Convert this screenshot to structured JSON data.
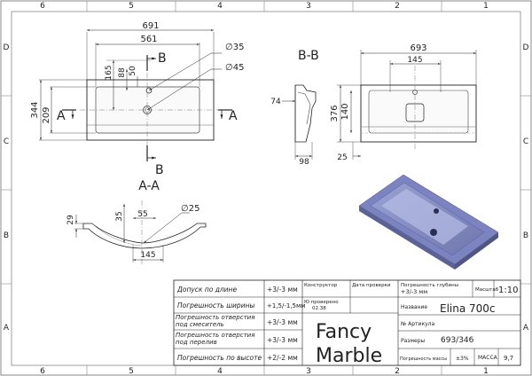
{
  "frame": {
    "col_markers": [
      "6",
      "5",
      "4",
      "3",
      "2",
      "1"
    ],
    "row_markers": [
      "D",
      "C",
      "B",
      "A"
    ]
  },
  "top_view": {
    "dims": {
      "overall_width": "691",
      "inner_width": "561",
      "height_outer": "344",
      "height_inner": "209",
      "d165": "165",
      "d88": "88",
      "d50": "50",
      "hole1": "∅35",
      "hole2": "∅45"
    },
    "section_mark": "B",
    "section_a": "A"
  },
  "section_bb": {
    "title": "B-B",
    "d74": "74",
    "d98": "98"
  },
  "side_view": {
    "d693": "693",
    "d145": "145",
    "d376": "376",
    "d140": "140",
    "d25": "25"
  },
  "section_aa": {
    "title": "A-A",
    "d29": "29",
    "d35": "35",
    "d55": "55",
    "d25": "∅25",
    "d145": "145"
  },
  "title_block": {
    "rows": [
      {
        "label": "Допуск по длине",
        "value": "+3/-3 мм"
      },
      {
        "label": "Погрешность ширины",
        "value": "+1,5/-1,5мм"
      },
      {
        "label": "Погрешность отверстия под смеситель",
        "value": "+3/-3 мм"
      },
      {
        "label": "Погрешность отверстия под перелив",
        "value": "+3/-3 мм"
      },
      {
        "label": "Погрешность по высоте",
        "value": "+2/-2 мм"
      }
    ],
    "designer_label": "Конструктор",
    "checked_label": "Дата проверки",
    "check_date_label": "Ю проверено",
    "check_date_value": "02.38",
    "brand_line1": "Fancy",
    "brand_line2": "Marble",
    "depth_error_label": "Погрешность глубины",
    "depth_error_value": "+3/-3 мм",
    "scale_label": "Масштаб",
    "scale_value": "1:10",
    "name_label": "Название",
    "name_value": "Elina 700c",
    "article_label": "№ Артикула",
    "size_label": "Размеры",
    "size_value": "693/346",
    "mass_error_label": "Погрешность массы",
    "mass_error_value": "±3%",
    "mass_label": "МАССА",
    "mass_value": "9,7"
  }
}
